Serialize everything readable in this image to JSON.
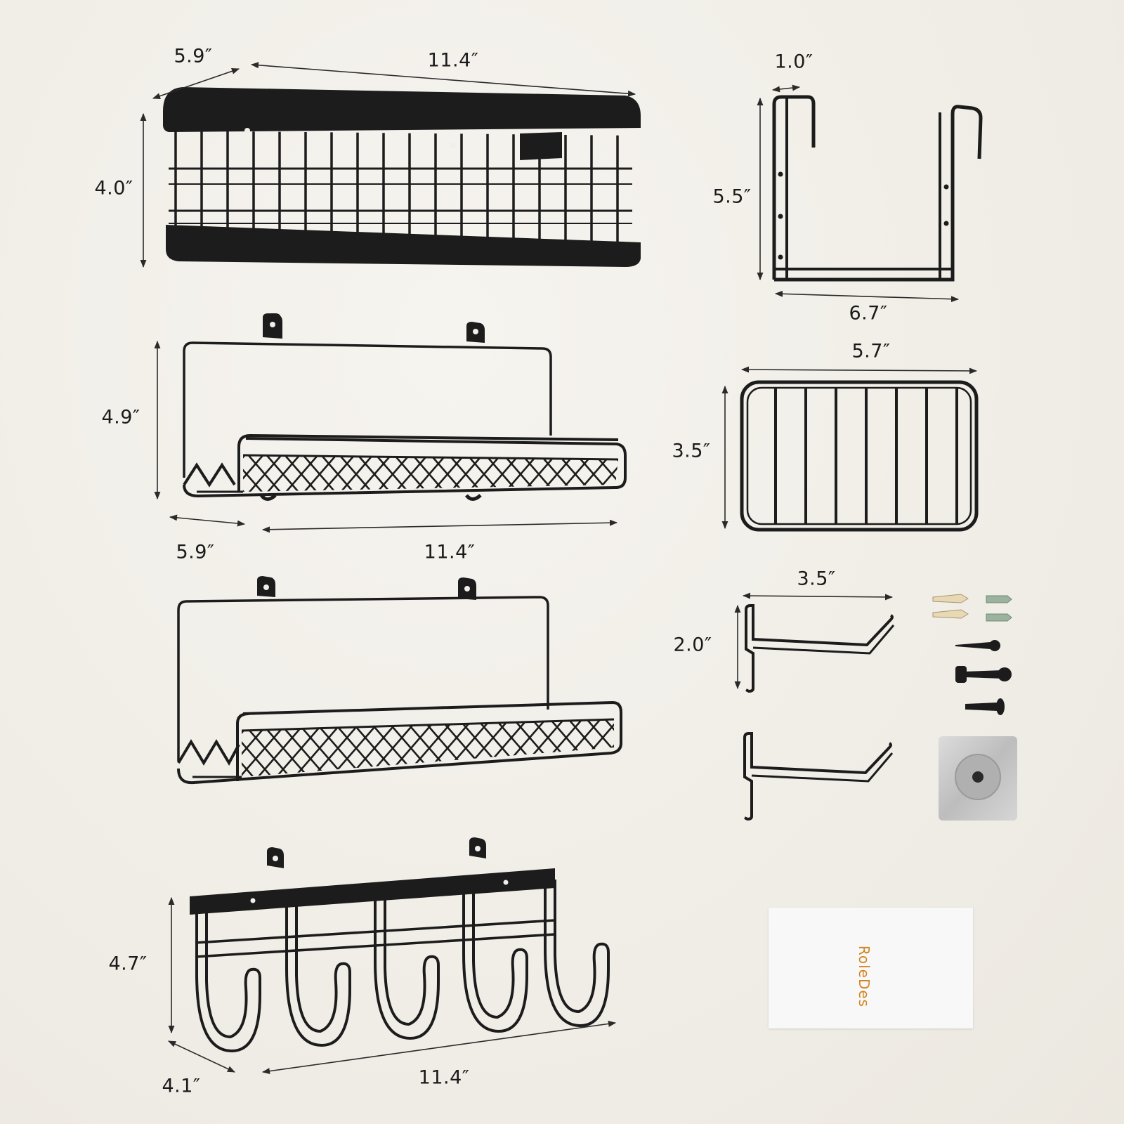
{
  "colors": {
    "metal": "#1c1c1c",
    "background": "#f1efe9",
    "brand": "#d38522",
    "pad": "#c9c9c9",
    "arrow": "#2a2a2a"
  },
  "products": {
    "basket": {
      "depth": "5.9″",
      "width": "11.4″",
      "height": "4.0″"
    },
    "door_hanger": {
      "thickness": "1.0″",
      "height": "5.5″",
      "width": "6.7″"
    },
    "shelf_top": {
      "height": "4.9″",
      "depth": "5.9″",
      "width": "11.4″"
    },
    "soap_dish": {
      "width": "5.7″",
      "height": "3.5″"
    },
    "hooks": {
      "width": "3.5″",
      "height": "2.0″"
    },
    "towel_rack": {
      "height": "4.7″",
      "depth": "4.1″",
      "width": "11.4″"
    }
  },
  "brand": {
    "name": "RoleDes",
    "logo_icon": "rd-monogram-icon"
  },
  "icons": {
    "anchors": "wall-anchor-icon",
    "screws": "screw-icon",
    "adhesive": "adhesive-pad-icon"
  }
}
